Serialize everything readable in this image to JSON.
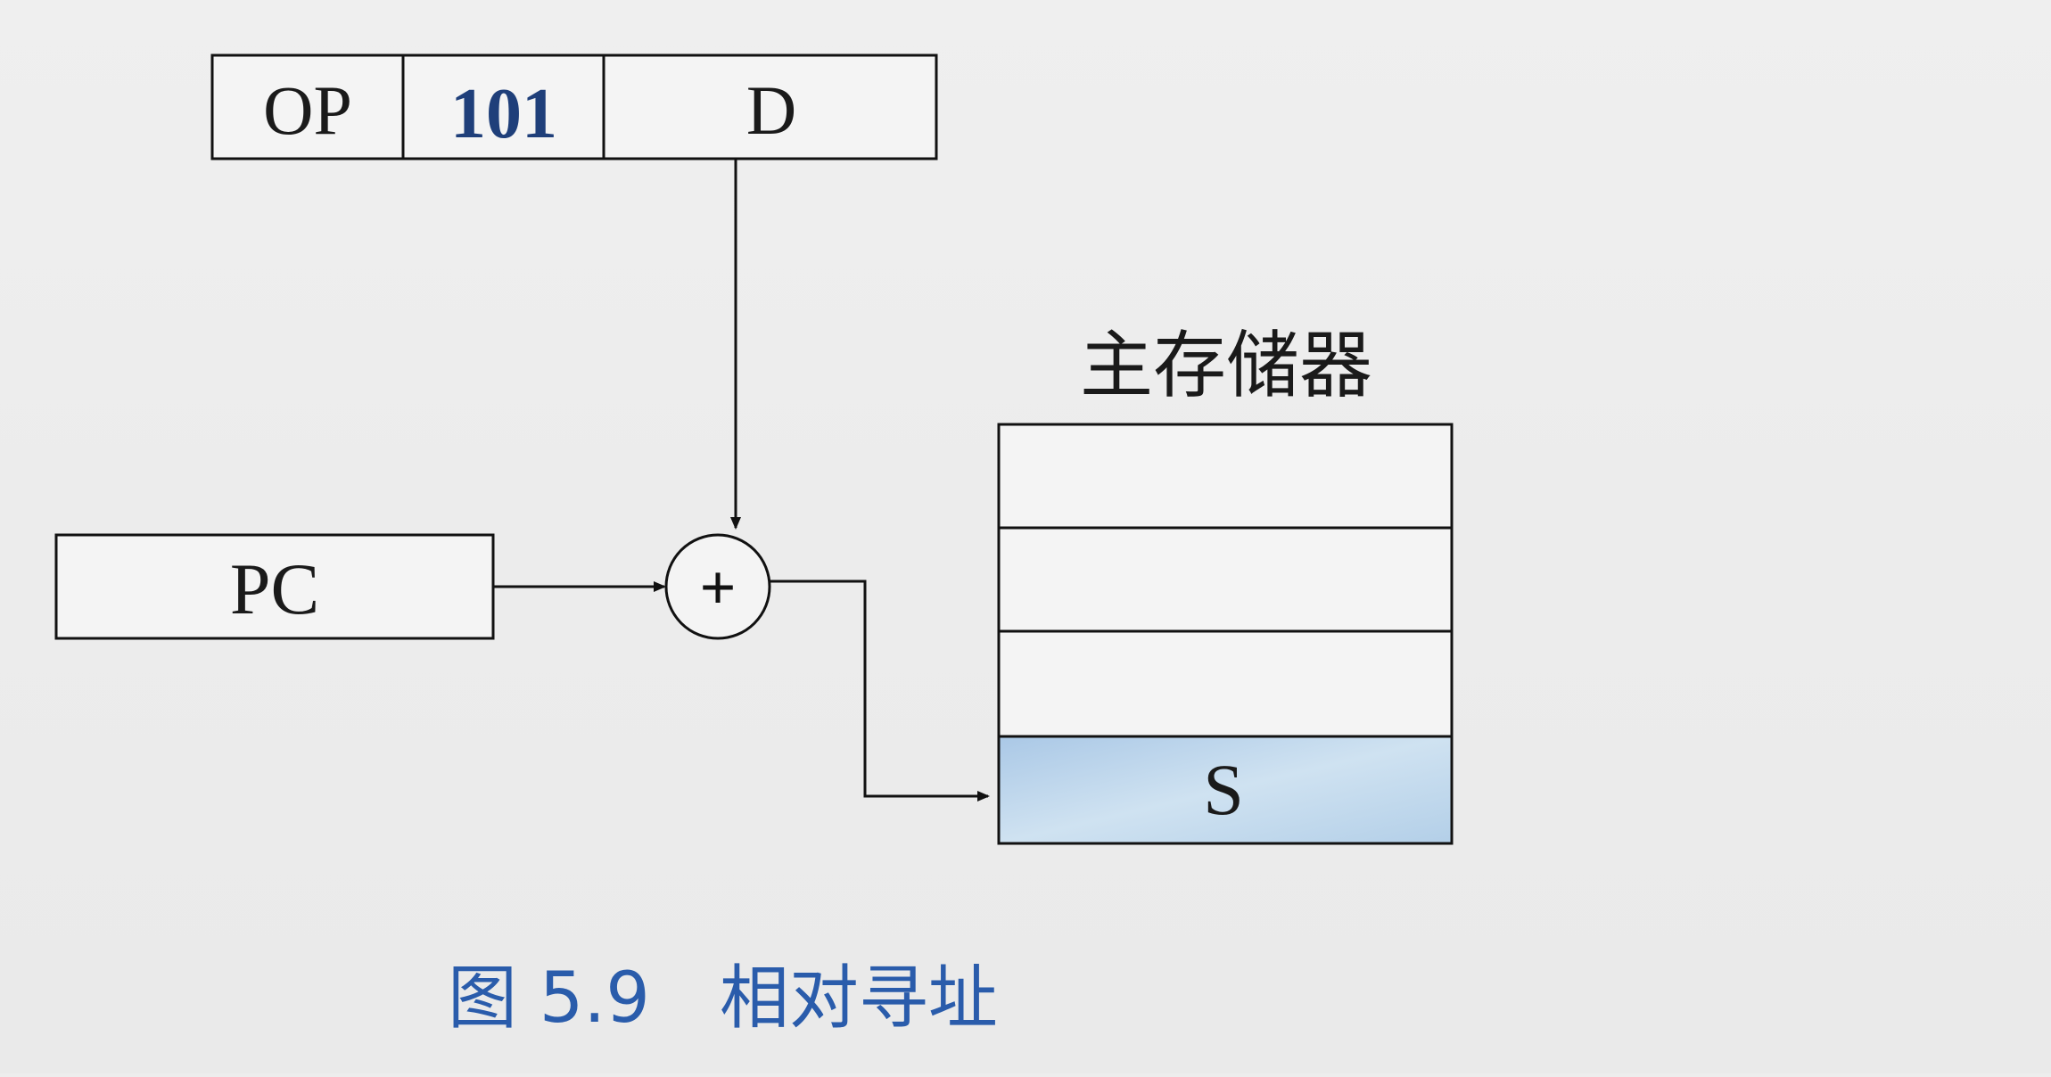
{
  "instruction": {
    "fields": [
      {
        "id": "op",
        "label": "OP",
        "color": "#1a1a1a"
      },
      {
        "id": "mode",
        "label": "101",
        "color": "#1f3f7a"
      },
      {
        "id": "disp",
        "label": "D",
        "color": "#1a1a1a"
      }
    ]
  },
  "pc": {
    "label": "PC"
  },
  "adder": {
    "symbol": "+"
  },
  "memory": {
    "title": "主存储器",
    "cells": [
      "",
      "",
      "",
      "S"
    ],
    "highlight_index": 3,
    "highlight_color": "#b9d3ea"
  },
  "caption": {
    "text": "图 5.9　相对寻址",
    "color": "#2a5cab"
  }
}
